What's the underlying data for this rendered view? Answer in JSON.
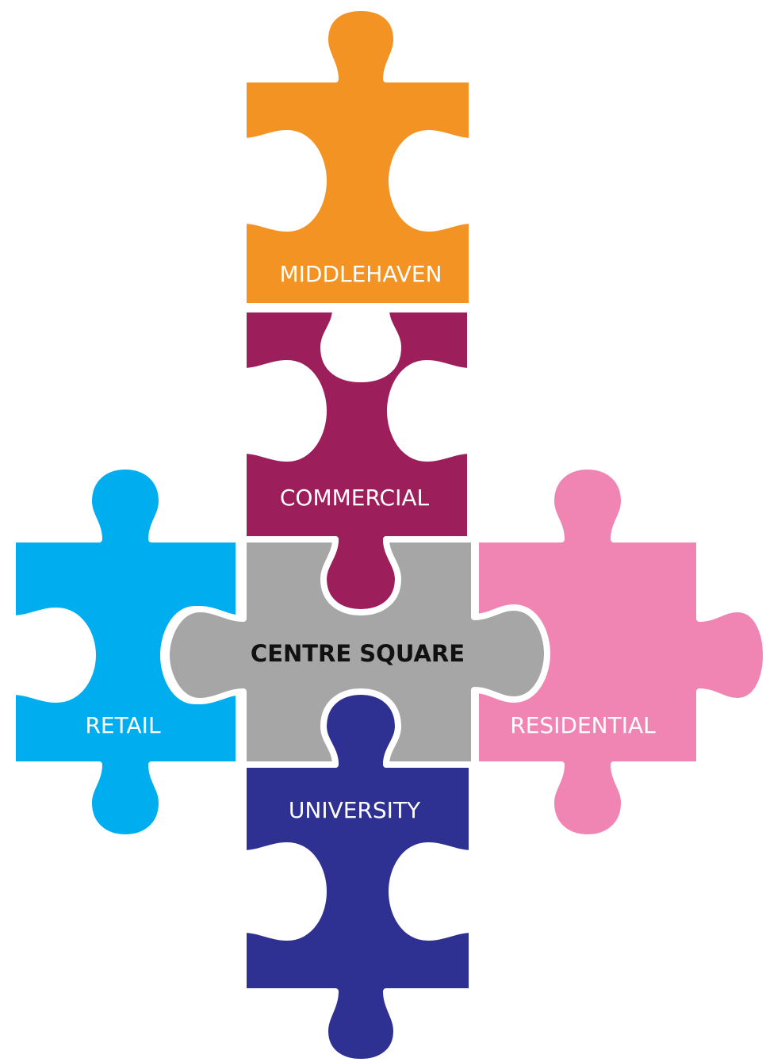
{
  "pieces": {
    "middlehaven": {
      "label": "MIDDLEHAVEN",
      "color": "#f39323"
    },
    "commercial": {
      "label": "COMMERCIAL",
      "color": "#9c1f5c"
    },
    "centre": {
      "label": "CENTRE SQUARE",
      "color": "#a7a6a7"
    },
    "retail": {
      "label": "RETAIL",
      "color": "#00aeef"
    },
    "residential": {
      "label": "RESIDENTIAL",
      "color": "#f085b4"
    },
    "university": {
      "label": "UNIVERSITY",
      "color": "#2e3192"
    }
  }
}
